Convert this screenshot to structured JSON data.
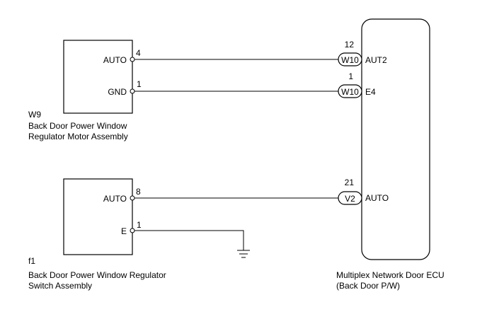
{
  "components": {
    "w9": {
      "code": "W9",
      "name_line1": "Back Door Power Window",
      "name_line2": "Regulator Motor Assembly",
      "pins": [
        {
          "label": "AUTO",
          "number": "4"
        },
        {
          "label": "GND",
          "number": "1"
        }
      ]
    },
    "f1": {
      "code": "f1",
      "name_line1": "Back Door Power Window Regulator",
      "name_line2": "Switch Assembly",
      "pins": [
        {
          "label": "AUTO",
          "number": "8"
        },
        {
          "label": "E",
          "number": "1"
        }
      ]
    },
    "ecu": {
      "name_line1": "Multiplex Network Door ECU",
      "name_line2": "(Back Door P/W)",
      "pins": [
        {
          "connector": "W10",
          "number": "12",
          "label": "AUT2"
        },
        {
          "connector": "W10",
          "number": "1",
          "label": "E4"
        },
        {
          "connector": "V2",
          "number": "21",
          "label": "AUTO"
        }
      ]
    }
  },
  "symbols": [
    "ground-symbol"
  ]
}
